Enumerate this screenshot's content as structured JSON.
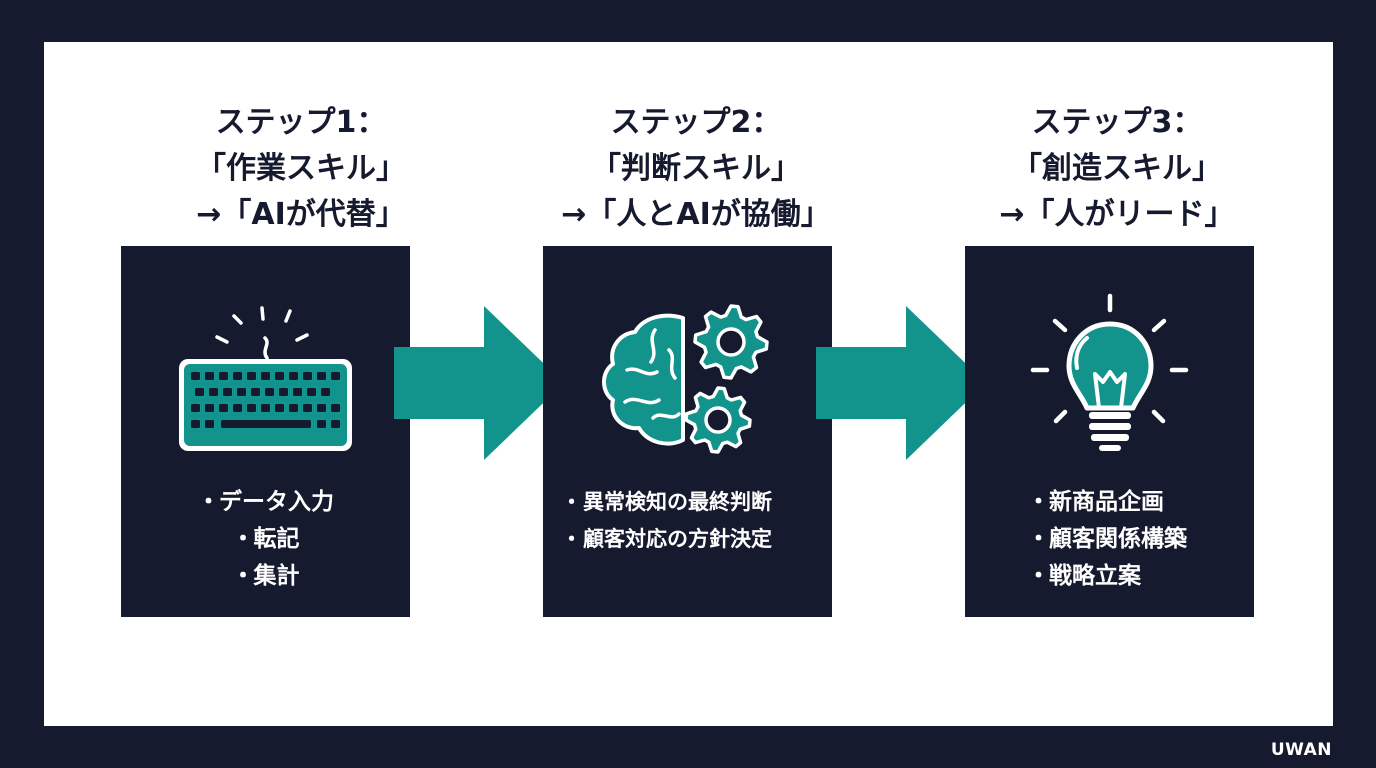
{
  "steps": [
    {
      "title_lines": [
        "ステップ1：",
        "「作業スキル」",
        "→「AIが代替」"
      ],
      "icon": "keyboard-icon",
      "bullets": [
        "データ入力",
        "転記",
        "集計"
      ]
    },
    {
      "title_lines": [
        "ステップ2：",
        "「判断スキル」",
        "→「人とAIが協働」"
      ],
      "icon": "brain-gears-icon",
      "bullets": [
        "異常検知の最終判断",
        "顧客対応の方針決定"
      ]
    },
    {
      "title_lines": [
        "ステップ3：",
        "「創造スキル」",
        "→「人がリード」"
      ],
      "icon": "lightbulb-icon",
      "bullets": [
        "新商品企画",
        "顧客関係構築",
        "戦略立案"
      ]
    }
  ],
  "bullet_char": "・",
  "brand": "UWAN",
  "colors": {
    "background": "#161a2e",
    "panel": "#ffffff",
    "card": "#161a2e",
    "accent": "#12948c",
    "text_dark": "#161a2e",
    "text_light": "#ffffff"
  }
}
